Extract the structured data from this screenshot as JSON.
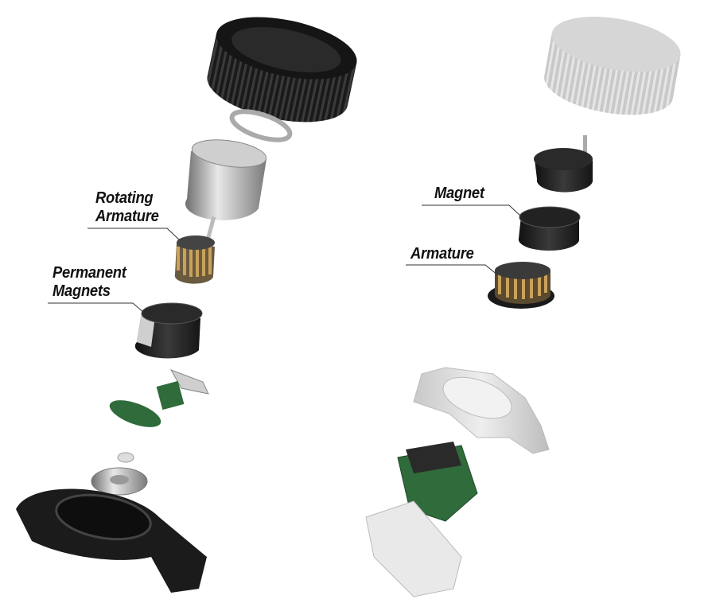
{
  "title": "Brushed vs brushless motor exploded views",
  "left_motor": {
    "labels": {
      "rotating_armature_line1": "Rotating",
      "rotating_armature_line2": "Armature",
      "permanent_magnets_line1": "Permanent",
      "permanent_magnets_line2": "Magnets"
    }
  },
  "right_motor": {
    "labels": {
      "magnet": "Magnet",
      "armature": "Armature"
    }
  },
  "colors": {
    "label_text": "#111111",
    "leader_line": "#333333",
    "dark_part": "#1c1c1c",
    "light_part": "#d8d8d8"
  }
}
